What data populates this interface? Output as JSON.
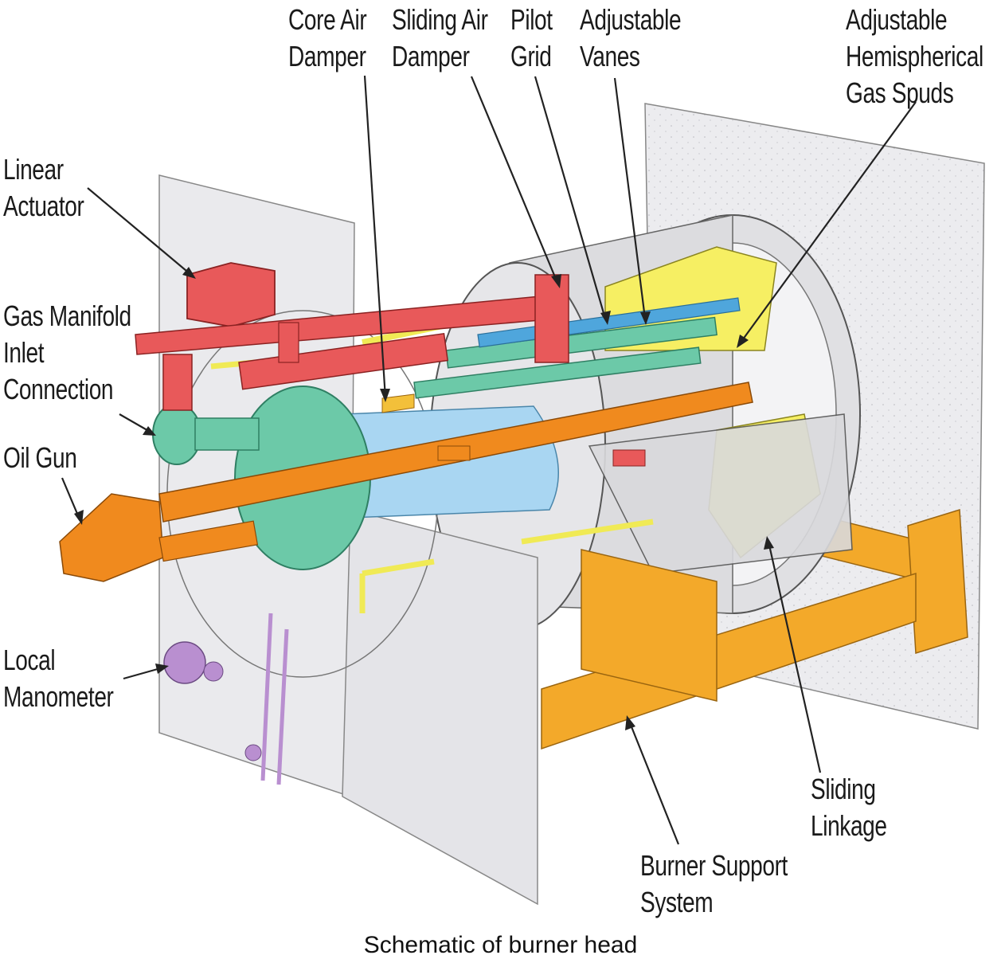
{
  "labels": {
    "core_air_damper": [
      "Core Air",
      "Damper"
    ],
    "sliding_air_damper": [
      "Sliding Air",
      "Damper"
    ],
    "pilot_grid": [
      "Pilot",
      "Grid"
    ],
    "adjustable_vanes": [
      "Adjustable",
      "Vanes"
    ],
    "gas_spuds": [
      "Adjustable",
      "Hemispherical",
      "Gas Spuds"
    ],
    "linear_actuator": [
      "Linear",
      "Actuator"
    ],
    "gas_manifold": [
      "Gas Manifold",
      "Inlet",
      "Connection"
    ],
    "oil_gun": [
      "Oil Gun"
    ],
    "local_manometer": [
      "Local",
      "Manometer"
    ],
    "sliding_linkage": [
      "Sliding",
      "Linkage"
    ],
    "burner_support": [
      "Burner Support",
      "System"
    ]
  },
  "caption": "Schematic of burner head",
  "colors": {
    "actuator_red": "#e8595a",
    "manifold_green": "#6cc9a8",
    "oil_orange": "#f08a1e",
    "damper_blue": "#a9d6f2",
    "vane_yellow": "#f6ef63",
    "support_gold": "#f3a92a",
    "manometer_purple": "#b98fd0",
    "wall_gray": "#e9e9ec",
    "housing_gray": "#dcdcdf"
  }
}
